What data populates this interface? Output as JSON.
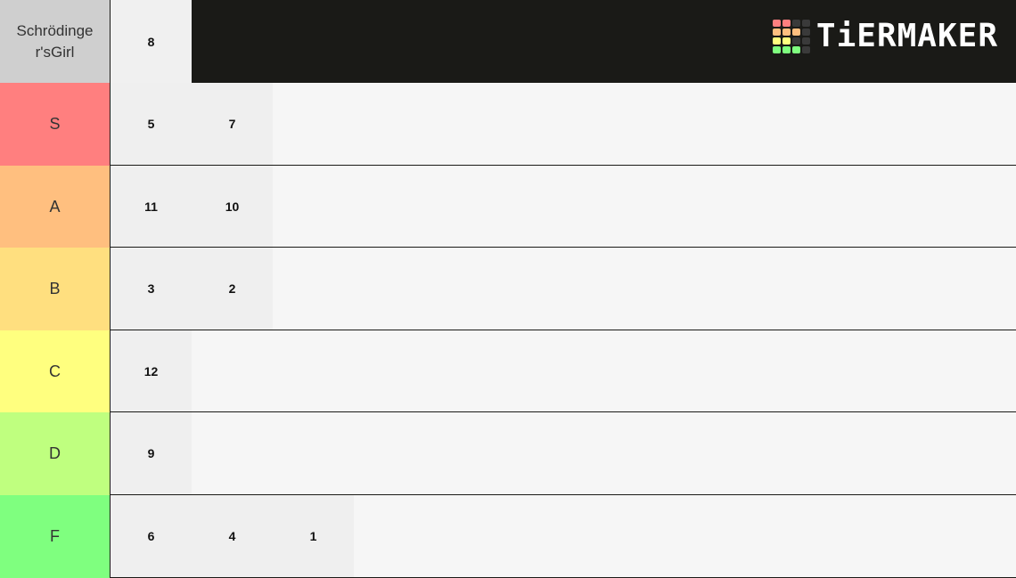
{
  "header": {
    "label_line1": "Schrödinge",
    "label_line2": "r'sGirl",
    "items": [
      "8"
    ],
    "logo_text": "TiERMAKER"
  },
  "tiers": [
    {
      "label": "S",
      "color": "#ff7f7f",
      "items": [
        "5",
        "7"
      ]
    },
    {
      "label": "A",
      "color": "#ffbf7f",
      "items": [
        "11",
        "10"
      ]
    },
    {
      "label": "B",
      "color": "#ffdf7f",
      "items": [
        "3",
        "2"
      ]
    },
    {
      "label": "C",
      "color": "#ffff7f",
      "items": [
        "12"
      ]
    },
    {
      "label": "D",
      "color": "#bfff7f",
      "items": [
        "9"
      ]
    },
    {
      "label": "F",
      "color": "#7fff7f",
      "items": [
        "6",
        "4",
        "1"
      ]
    }
  ],
  "colors": {
    "header_label_bg": "#cfcfcf",
    "background": "#1a1a17",
    "row_bg": "#f6f6f6",
    "item_bg": "#efefef"
  },
  "logo_grid_colors": [
    "#ff7f7f",
    "#ff7f7f",
    "#3a3a3a",
    "#3a3a3a",
    "#ffbf7f",
    "#ffbf7f",
    "#ffbf7f",
    "#3a3a3a",
    "#ffff7f",
    "#ffff7f",
    "#3a3a3a",
    "#3a3a3a",
    "#7fff7f",
    "#7fff7f",
    "#7fff7f",
    "#3a3a3a"
  ]
}
